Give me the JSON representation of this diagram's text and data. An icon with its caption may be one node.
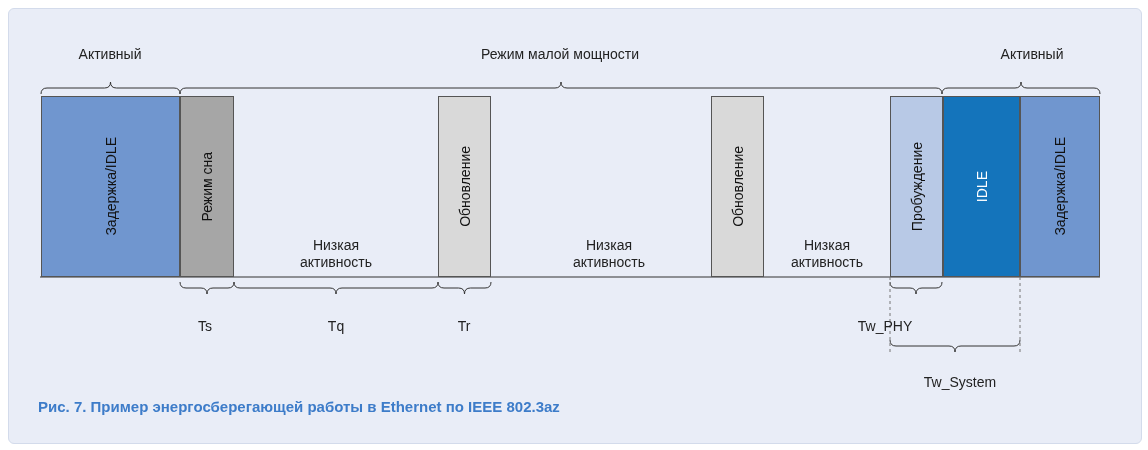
{
  "diagram": {
    "caption": "Рис. 7. Пример энергосберегающей работы в Ethernet по IEEE 802.3az",
    "nodes": [
      {
        "text": [
          "Задержка/IDLE"
        ]
      },
      {
        "text": [
          "Режим сна"
        ]
      },
      {
        "text": [
          "Обновление"
        ]
      },
      {
        "text": [
          "Обновление"
        ]
      },
      {
        "text": [
          "Пробуждение"
        ]
      },
      {
        "text": [
          "IDLE"
        ]
      },
      {
        "text": [
          "Задержка/IDLE"
        ]
      }
    ],
    "labels": [
      "Активный",
      "Режим малой мощности",
      "Активный",
      "Низкая активность",
      "Низкая активность",
      "Низкая активность",
      "Ts",
      "Tq",
      "Tr",
      "Tw_PHY",
      "Tw_System"
    ]
  }
}
